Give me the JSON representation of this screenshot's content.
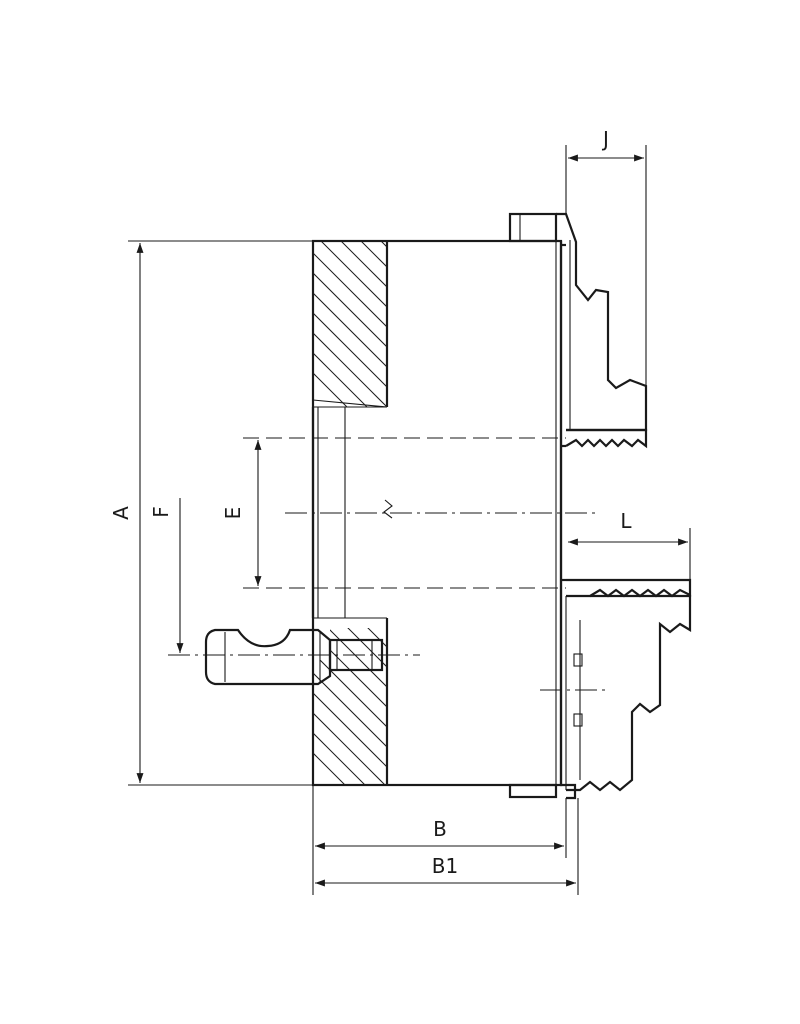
{
  "drawing": {
    "dimension_labels": {
      "a": "A",
      "b": "B",
      "b1": "B1",
      "e": "E",
      "f": "F",
      "j": "J",
      "l": "L"
    },
    "line_color": "#1a1a1a",
    "background": "#ffffff"
  }
}
